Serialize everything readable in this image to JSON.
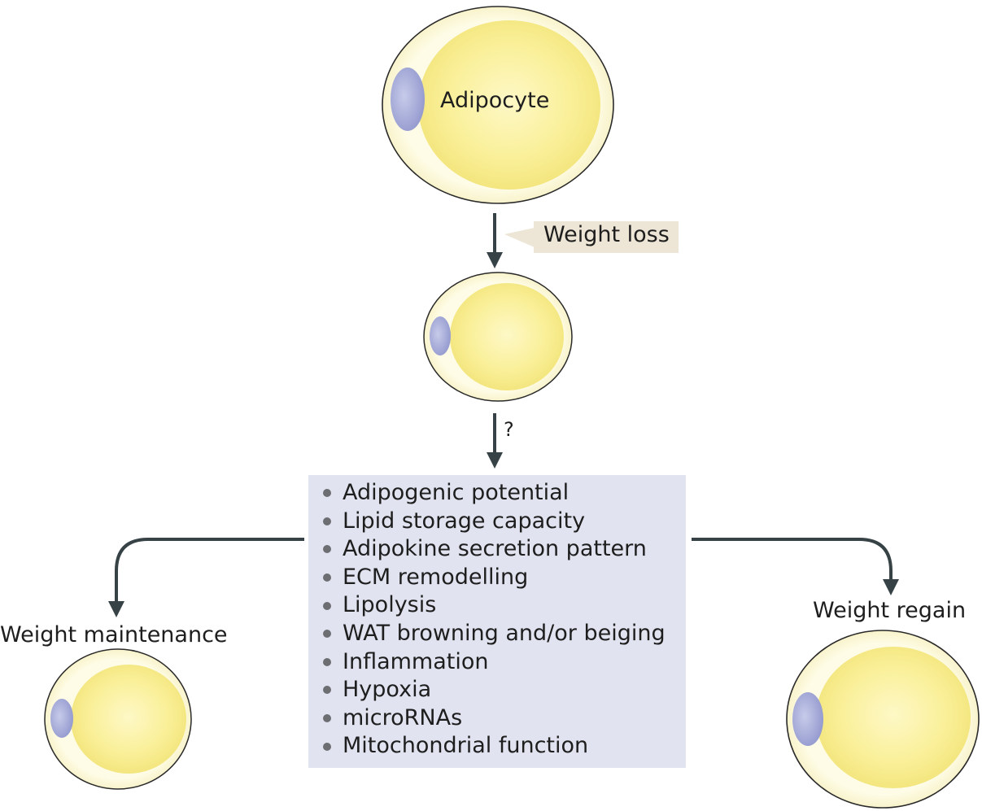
{
  "labels": {
    "cell": "Adipocyte",
    "weight_loss": "Weight loss",
    "question": "?",
    "weight_maintenance": "Weight maintenance",
    "weight_regain": "Weight regain"
  },
  "factors": [
    "Adipogenic potential",
    "Lipid storage capacity",
    "Adipokine secretion pattern",
    "ECM remodelling",
    "Lipolysis",
    "WAT browning and/or beiging",
    "Inflammation",
    "Hypoxia",
    "microRNAs",
    "Mitochondrial function"
  ],
  "colors": {
    "cell_outer": "#fdfbe3",
    "lipid_droplet": "#f8ee8c",
    "nucleus": "#a6abd8",
    "arrow": "#364245",
    "factor_box": "#e1e4f0",
    "label_tag": "#ede5d5"
  }
}
